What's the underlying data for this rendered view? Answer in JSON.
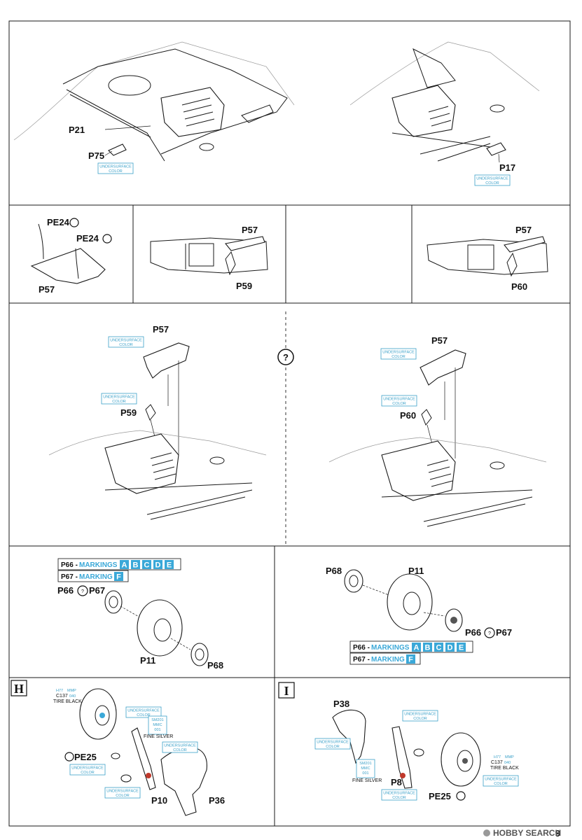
{
  "page_number": "9",
  "watermark": "HOBBY SEARCH",
  "question_mark": "?",
  "steps": {
    "h": "H",
    "i": "I"
  },
  "parts": {
    "p21": "P21",
    "p75": "P75",
    "p17": "P17",
    "pe24a": "PE24",
    "pe24b": "PE24",
    "p57_a": "P57",
    "p57_b": "P57",
    "p57_c": "P57",
    "p57_d": "P57",
    "p57_e": "P57",
    "p59_a": "P59",
    "p59_b": "P59",
    "p60_a": "P60",
    "p60_b": "P60",
    "p66_a": "P66",
    "p67_a": "P67",
    "p66_b": "P66",
    "p67_b": "P67",
    "p68_a": "P68",
    "p68_b": "P68",
    "p11_a": "P11",
    "p11_b": "P11",
    "pe25_a": "PE25",
    "pe25_b": "PE25",
    "p10": "P10",
    "p36": "P36",
    "p38": "P38",
    "p8": "P8"
  },
  "colors": {
    "undersurface_line1": "UNDERSURFACE",
    "undersurface_line2": "COLOR",
    "h77": "H77",
    "mmp": "MMP",
    "c137": "C137",
    "num040": "040",
    "tire_black": "TIRE BLACK",
    "sm201": "SM201",
    "mmc": "MMC",
    "num001": "001",
    "fine_silver": "FINE SILVER"
  },
  "markings": {
    "p66_label": "P66 -",
    "p66_text": "MARKINGS",
    "p66_letters": [
      "A",
      "B",
      "C",
      "D",
      "E"
    ],
    "p67_label": "P67 -",
    "p67_text": "MARKING",
    "p67_letter": "F"
  },
  "accent": "#3aa8d8"
}
